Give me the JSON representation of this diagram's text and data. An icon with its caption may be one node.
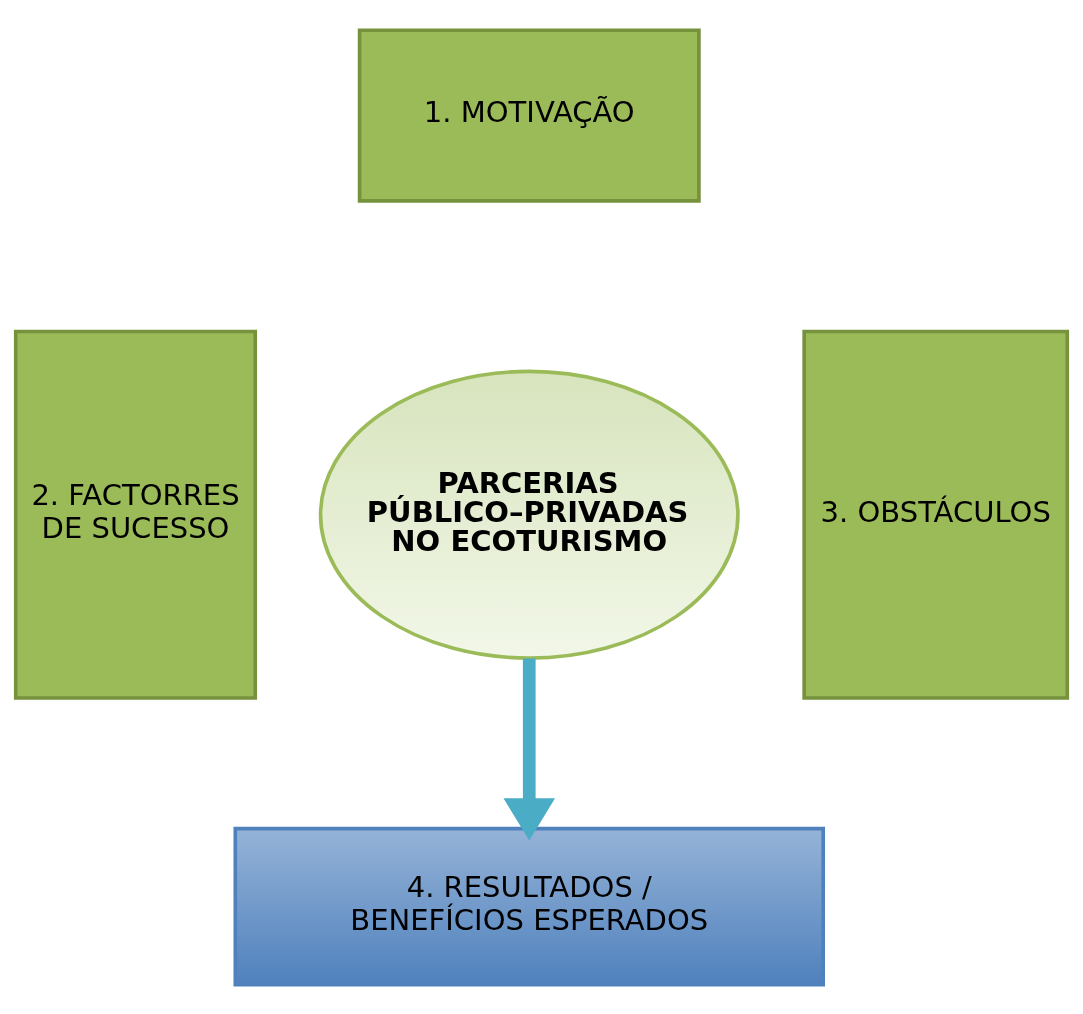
{
  "diagram": {
    "nodes": [
      {
        "text": [
          "1. MOTIVAÇÃO"
        ]
      },
      {
        "text": [
          "2. FACTORRES DE SUCESSO"
        ]
      },
      {
        "text": [
          "PARCERIAS PÚBLICO–PRIVADAS NO ECOTURISMO"
        ]
      },
      {
        "text": [
          "3. OBSTÁCULOS"
        ]
      },
      {
        "text": [
          "4. RESULTADOS / BENEFÍCIOS ESPERADOS"
        ]
      }
    ],
    "edges": [
      {
        "from": 2,
        "to": 4,
        "arrow": "to",
        "color": "#4bacc6"
      }
    ]
  }
}
